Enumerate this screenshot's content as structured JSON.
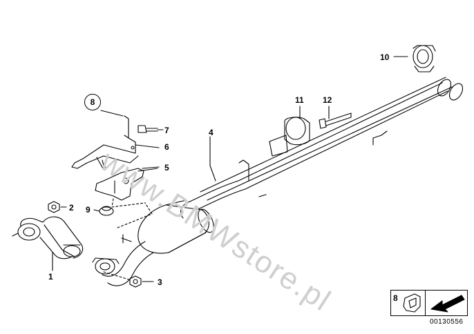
{
  "watermark": "www.BMWstore.pl",
  "drawing_id": "00130556",
  "legend": {
    "number": "8"
  },
  "callouts": [
    {
      "id": "1",
      "label": "1"
    },
    {
      "id": "2",
      "label": "2"
    },
    {
      "id": "3",
      "label": "3"
    },
    {
      "id": "4",
      "label": "4"
    },
    {
      "id": "5",
      "label": "5"
    },
    {
      "id": "6",
      "label": "6"
    },
    {
      "id": "7",
      "label": "7"
    },
    {
      "id": "8",
      "label": "8"
    },
    {
      "id": "9",
      "label": "9"
    },
    {
      "id": "10",
      "label": "10"
    },
    {
      "id": "11",
      "label": "11"
    },
    {
      "id": "12",
      "label": "12"
    }
  ]
}
